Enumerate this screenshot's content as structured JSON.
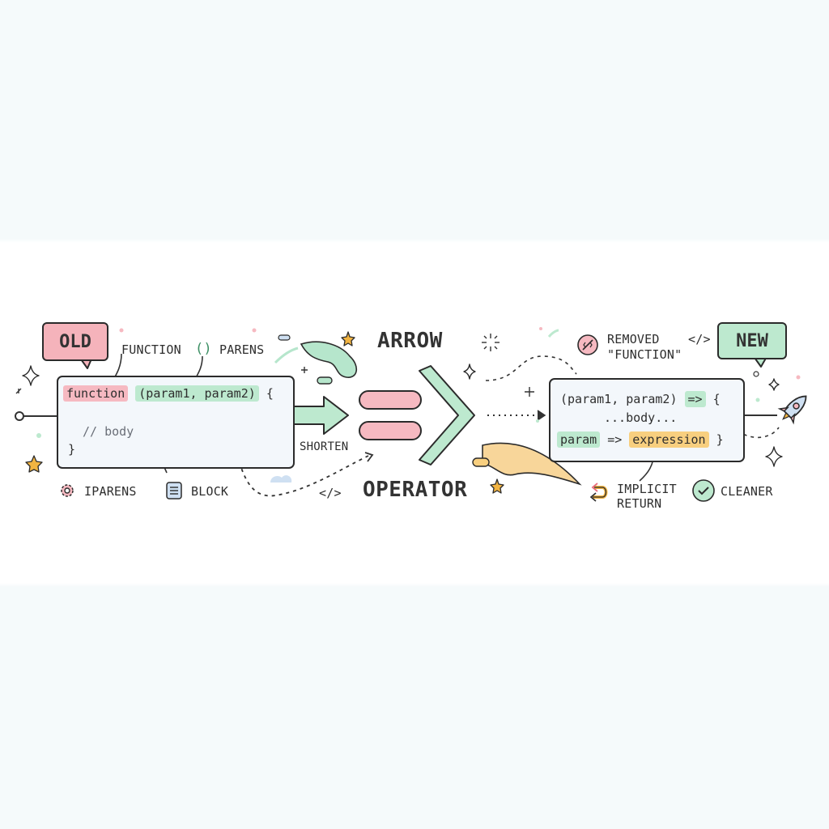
{
  "old_section": {
    "badge": "OLD",
    "code": {
      "keyword": "function",
      "params": "(param1, param2)",
      "open_brace": "{",
      "comment": "// body",
      "close_brace": "}"
    },
    "labels": {
      "function": "FUNCTION",
      "parens_glyph": "()",
      "parens": "PARENS",
      "iparens": "IPARENS",
      "block": "BLOCK",
      "shorten": "SHORTEN",
      "code_glyph": "</>"
    }
  },
  "center": {
    "title_top": "ARROW",
    "title_bottom": "OPERATOR"
  },
  "new_section": {
    "badge": "NEW",
    "code": {
      "params": "(param1, param2)",
      "arrow": "=>",
      "open_brace": "{",
      "body": "...body...",
      "param": "param",
      "arrow2": "=>",
      "expression": "expression",
      "close_brace": "}"
    },
    "labels": {
      "removed_line1": "REMOVED",
      "removed_line2": "\"FUNCTION\"",
      "code_glyph": "</>",
      "implicit_line1": "IMPLICIT",
      "implicit_line2": "RETURN",
      "cleaner": "CLEANER"
    }
  },
  "colors": {
    "pink": "#f6b9c1",
    "green": "#bde9cf",
    "yellow": "#f8cf7f",
    "star": "#f2b441",
    "outline": "#2b2b2b"
  }
}
